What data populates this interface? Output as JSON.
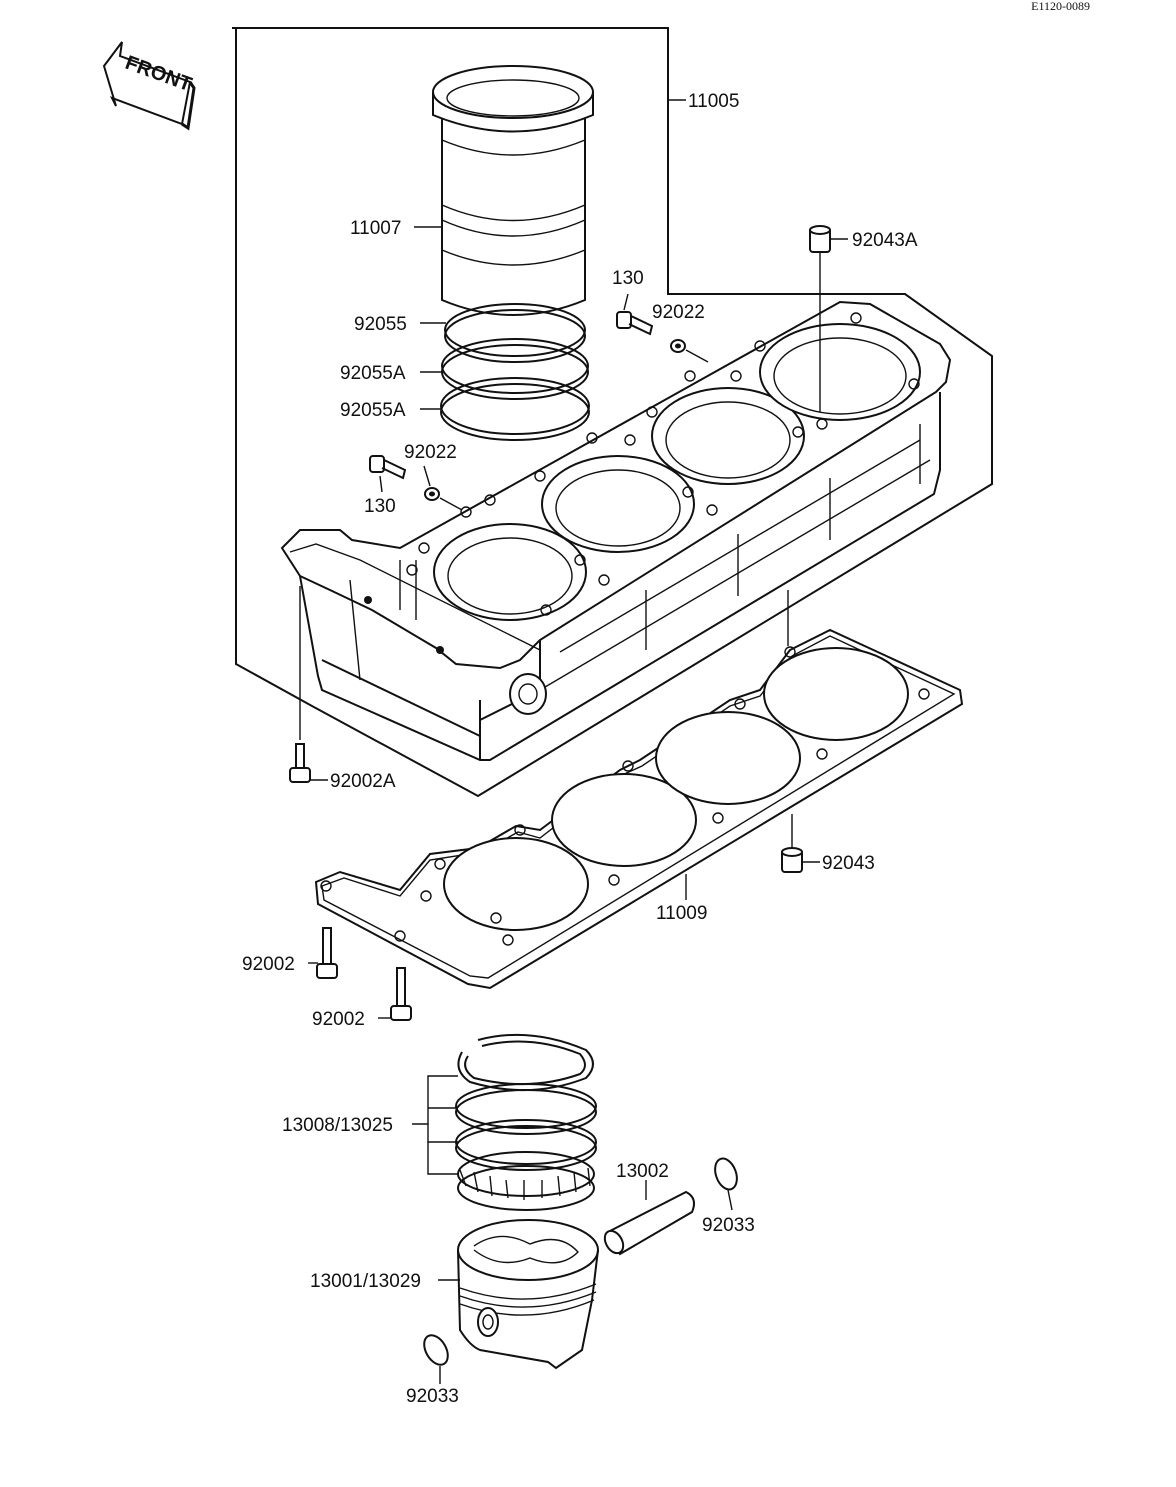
{
  "ref_code": "E1120-0089",
  "front_label": "FRONT",
  "parts": {
    "p11005": "11005",
    "p11007": "11007",
    "p92055": "92055",
    "p92055A_1": "92055A",
    "p92055A_2": "92055A",
    "p130_top": "130",
    "p92022_top": "92022",
    "p92043A": "92043A",
    "p92022_left": "92022",
    "p130_left": "130",
    "p92002A": "92002A",
    "p92043": "92043",
    "p11009": "11009",
    "p92002_1": "92002",
    "p92002_2": "92002",
    "p13008_13025": "13008/13025",
    "p13002": "13002",
    "p92033_right": "92033",
    "p13001_13029": "13001/13029",
    "p92033_bottom": "92033"
  }
}
